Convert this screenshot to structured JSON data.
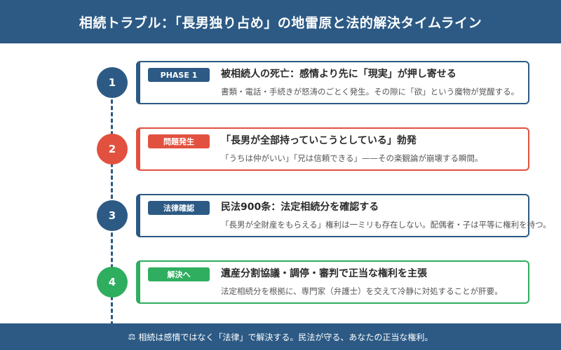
{
  "header": {
    "title": "相続トラブル：「長男独り占め」の地雷原と法的解決タイムライン"
  },
  "colors": {
    "primary": "#2c5a85",
    "danger": "#e2513f",
    "success": "#2fae5f"
  },
  "steps": [
    {
      "number": "1",
      "tag": "PHASE 1",
      "title": "被相続人の死亡：感情より先に「現実」が押し寄せる",
      "desc": "書類・電話・手続きが怒涛のごとく発生。その隙に「欲」という魔物が覚醒する。",
      "color": "#2c5a85"
    },
    {
      "number": "2",
      "tag": "問題発生",
      "title": "「長男が全部持っていこうとしている」勃発",
      "desc": "「うちは仲がいい」「兄は信頼できる」——その楽観論が崩壊する瞬間。",
      "color": "#e2513f"
    },
    {
      "number": "3",
      "tag": "法律確認",
      "title": "民法900条：法定相続分を確認する",
      "desc": "「長男が全財産をもらえる」権利は一ミリも存在しない。配偶者・子は平等に権利を持つ。",
      "color": "#2c5a85"
    },
    {
      "number": "4",
      "tag": "解決へ",
      "title": "遺産分割協議・調停・審判で正当な権利を主張",
      "desc": "法定相続分を根拠に、専門家（弁護士）を交えて冷静に対処することが肝要。",
      "color": "#2fae5f"
    }
  ],
  "footer": {
    "icon": "scale-icon",
    "text": "相続は感情ではなく「法律」で解決する。民法が守る、あなたの正当な権利。"
  }
}
